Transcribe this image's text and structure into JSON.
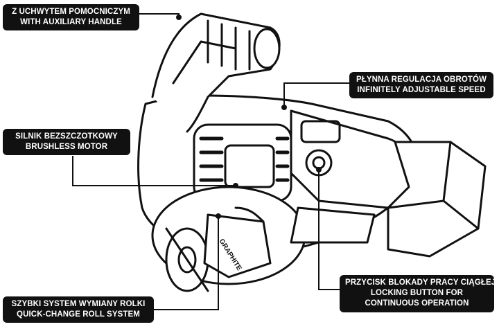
{
  "callouts": [
    {
      "line1": "Z UCHWYTEM POMOCNICZYM",
      "line2": "WITH AUXILIARY HANDLE"
    },
    {
      "line1": "PŁYNNA REGULACJA OBROTÓW",
      "line2": "INFINITELY ADJUSTABLE SPEED"
    },
    {
      "line1": "SILNIK BEZSZCZOTKOWY",
      "line2": "BRUSHLESS MOTOR"
    },
    {
      "line1": "PRZYCISK BLOKADY PRACY CIĄGŁEJ",
      "line2": "LOCKING BUTTON FOR",
      "line3": "CONTINUOUS OPERATION"
    },
    {
      "line1": "SZYBKI SYSTEM WYMIANY ROLKI",
      "line2": "QUICK-CHANGE ROLL SYSTEM"
    }
  ],
  "brand_label": "GRAPHITE",
  "colors": {
    "callout_bg": "#111111",
    "callout_text": "#ffffff",
    "line": "#111111"
  }
}
